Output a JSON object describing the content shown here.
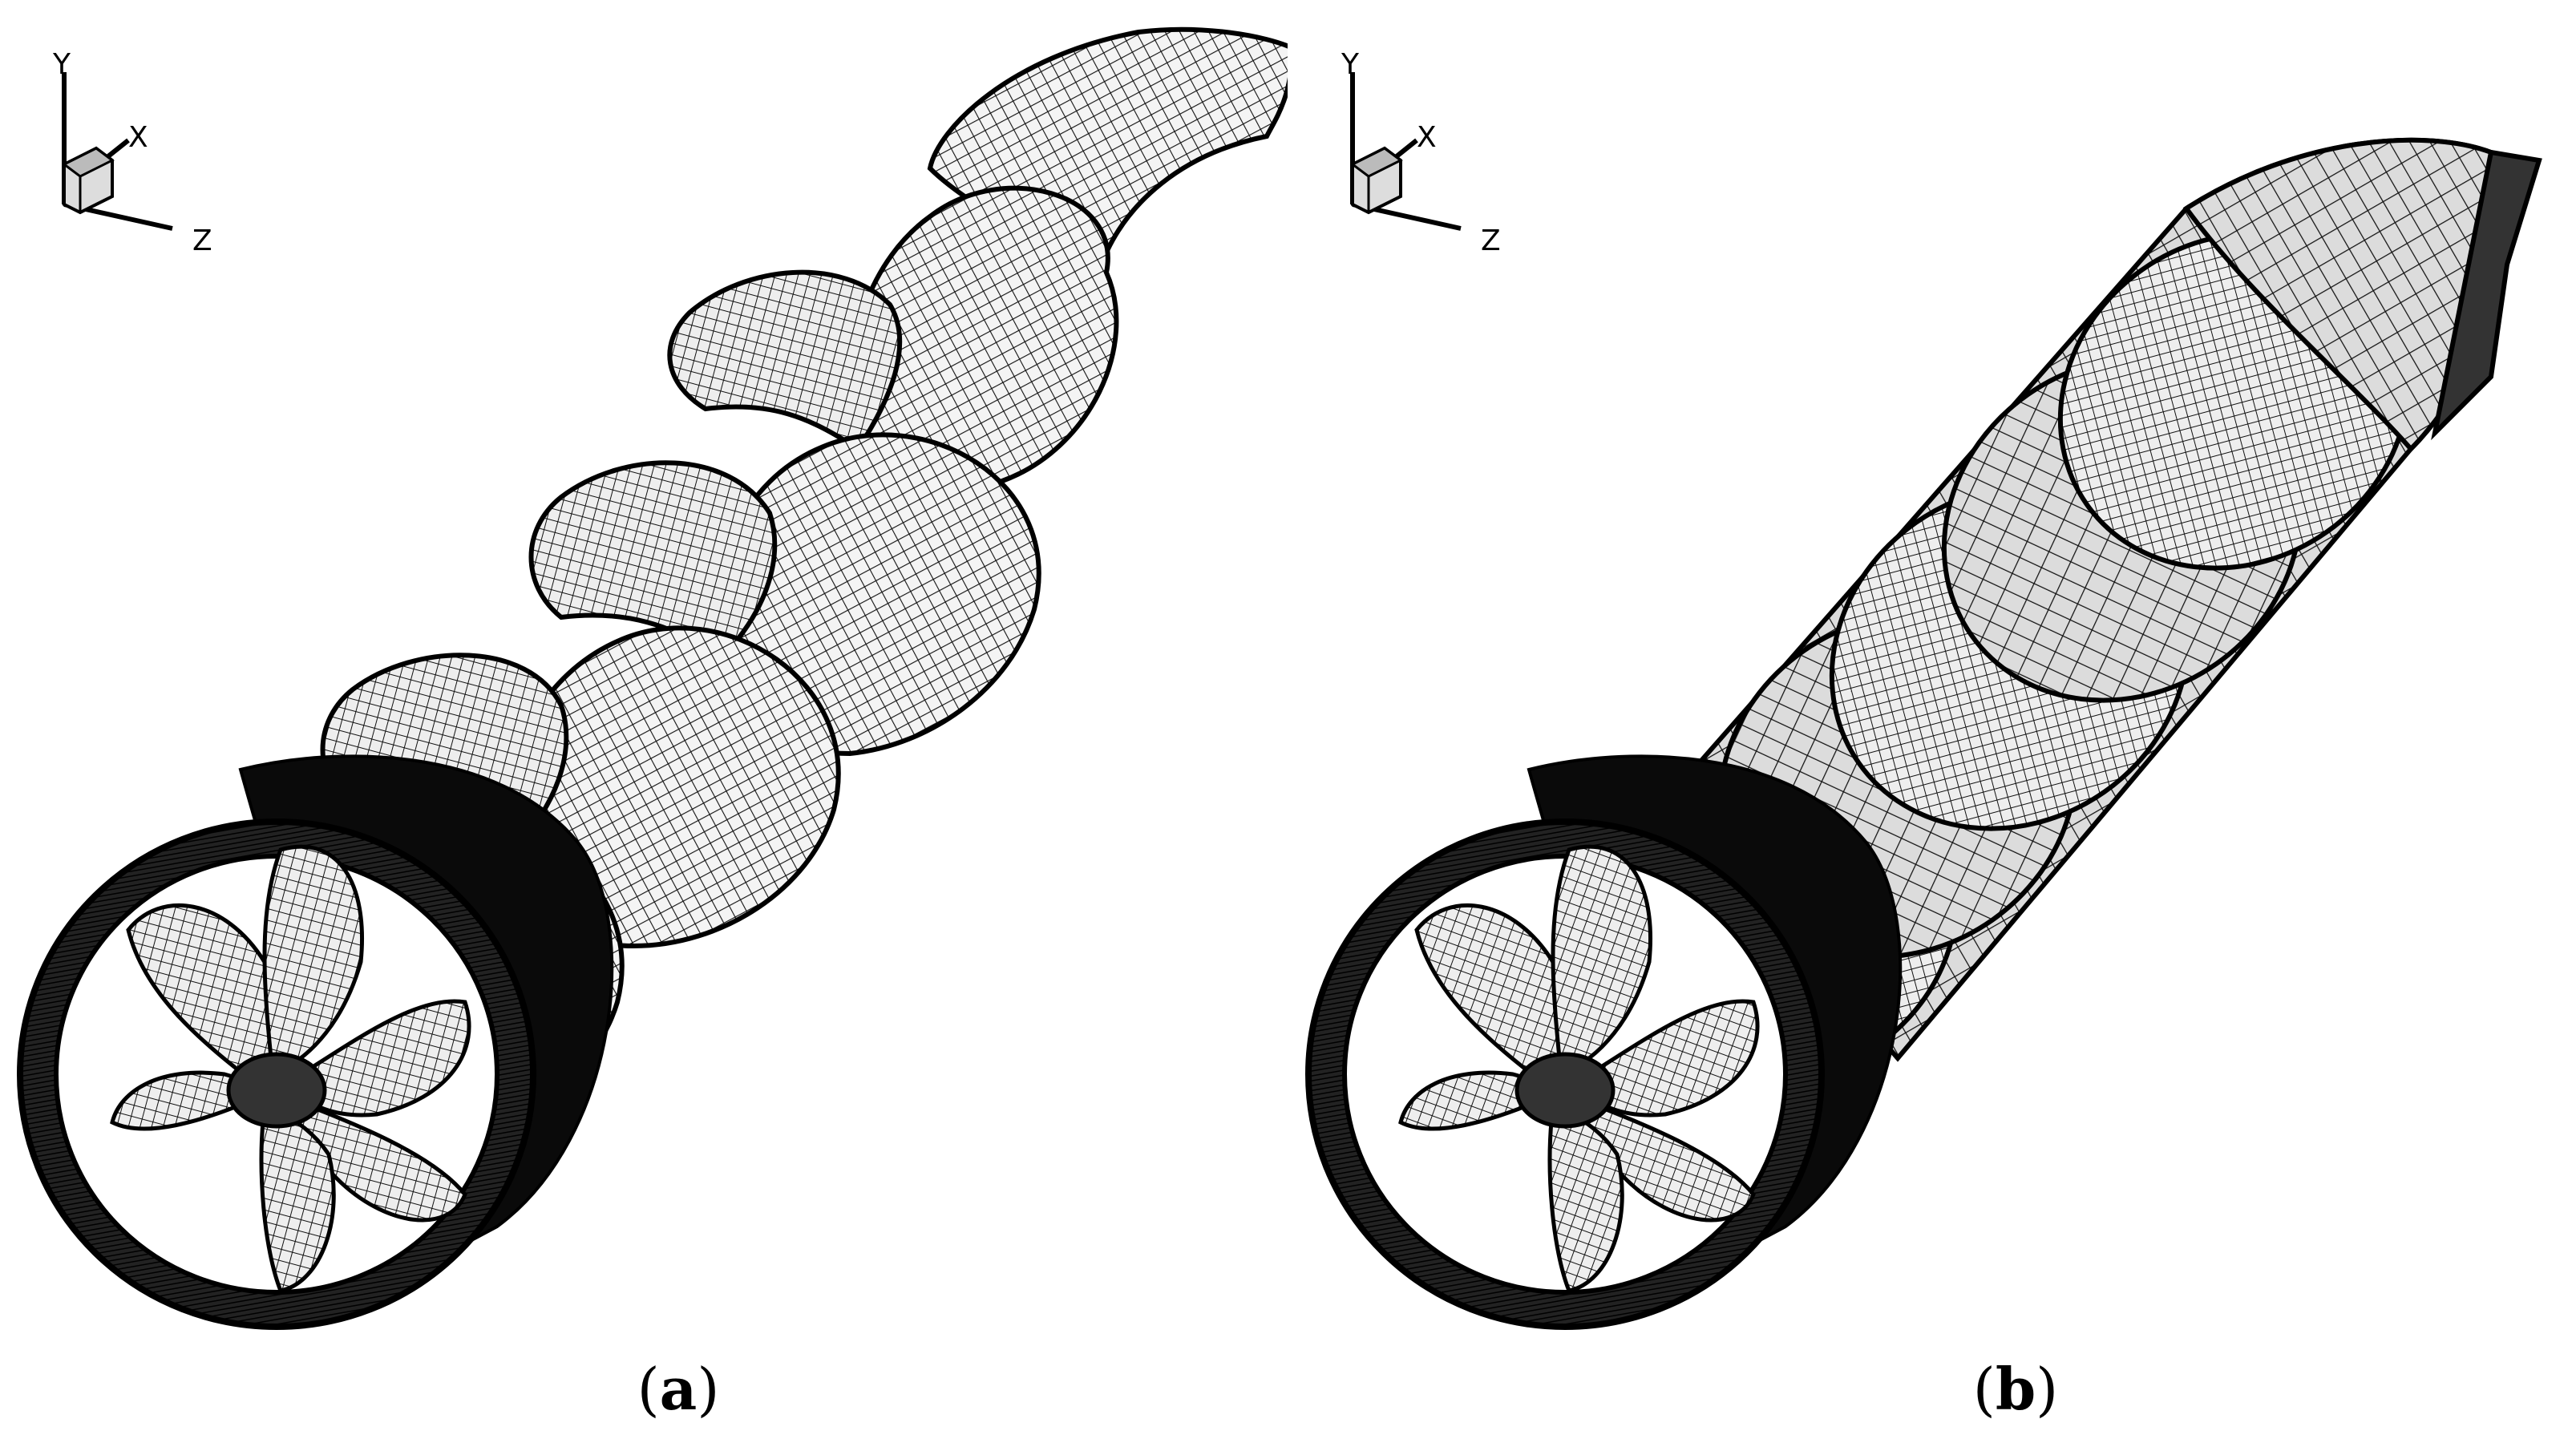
{
  "panels": [
    {
      "id": "a",
      "caption_open": "(",
      "caption_letter": "a",
      "caption_close": ")",
      "axes": {
        "y": "Y",
        "x": "X",
        "z": "Z"
      }
    },
    {
      "id": "b",
      "caption_open": "(",
      "caption_letter": "b",
      "caption_close": ")",
      "axes": {
        "y": "Y",
        "x": "X",
        "z": "Z"
      }
    }
  ]
}
